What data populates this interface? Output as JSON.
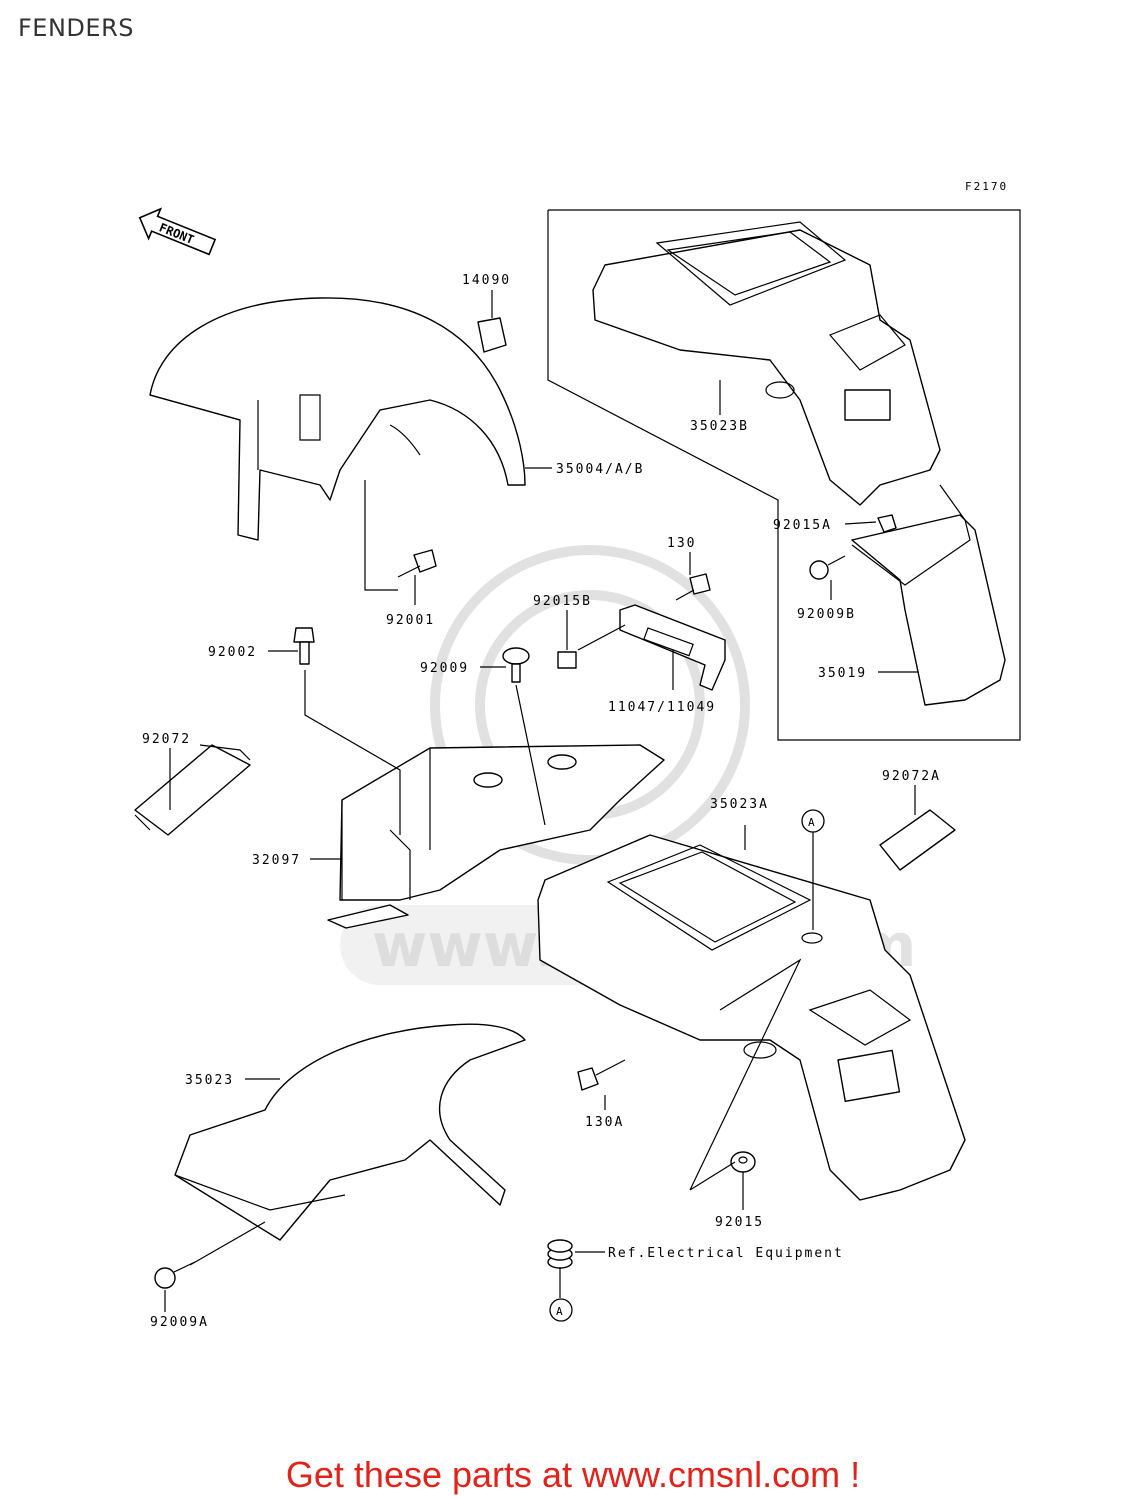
{
  "page": {
    "title": "FENDERS"
  },
  "figure": {
    "id": "F2170"
  },
  "direction_marker": "FRONT",
  "parts": {
    "p14090": "14090",
    "p35004": "35004/A/B",
    "p92001": "92001",
    "p92002": "92002",
    "p92009": "92009",
    "p92015B": "92015B",
    "p130": "130",
    "p11047": "11047/11049",
    "p35023B": "35023B",
    "p92015A": "92015A",
    "p92009B": "92009B",
    "p35019": "35019",
    "p92072": "92072",
    "p92072A": "92072A",
    "p32097": "32097",
    "p35023A": "35023A",
    "p35023": "35023",
    "p130A": "130A",
    "p92015": "92015",
    "p92009A": "92009A",
    "ref_electrical": "Ref.Electrical Equipment"
  },
  "callouts": {
    "a1": "A",
    "a2": "A"
  },
  "watermark": "www.cmsnl.com",
  "cta": "Get these parts at www.cmsnl.com !",
  "colors": {
    "cta": "#e0231b",
    "title": "#333333"
  }
}
